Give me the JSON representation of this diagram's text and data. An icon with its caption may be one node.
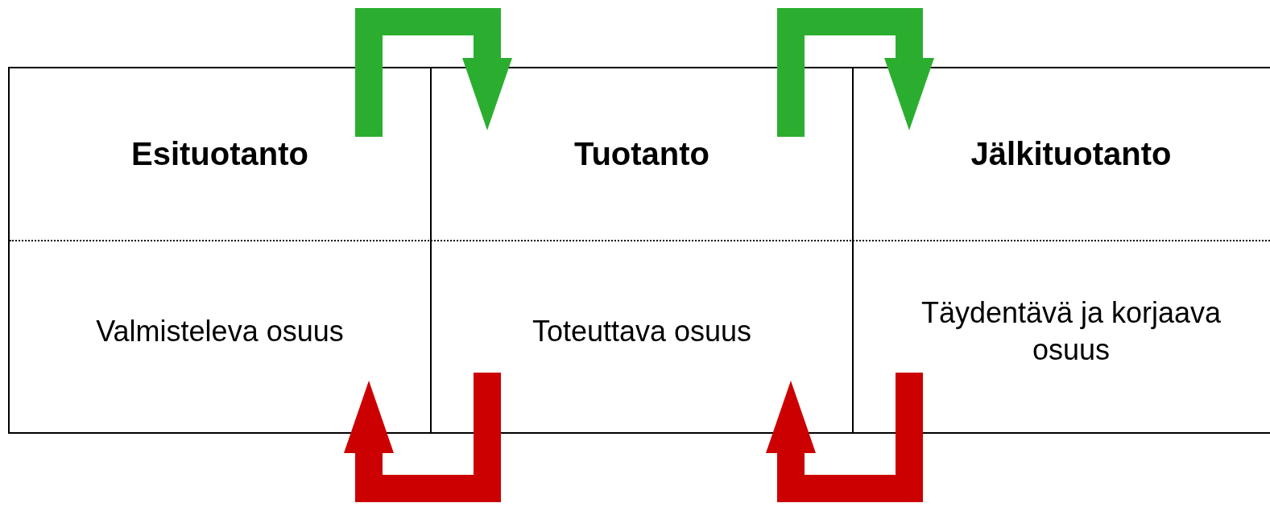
{
  "diagram": {
    "nodes": [
      {
        "text": [
          "Esituotanto",
          "Valmisteleva osuus"
        ]
      },
      {
        "text": [
          "Tuotanto",
          "Toteuttava osuus"
        ]
      },
      {
        "text": [
          "Jälkituotanto",
          "Täydentävä ja korjaava osuus"
        ]
      }
    ],
    "edges": [
      {
        "from": 0,
        "to": 1,
        "arrow": "to",
        "color": "#2bae2f"
      },
      {
        "from": 1,
        "to": 0,
        "arrow": "to",
        "color": "#cc0000"
      },
      {
        "from": 1,
        "to": 2,
        "arrow": "to",
        "color": "#2bae2f"
      },
      {
        "from": 2,
        "to": 1,
        "arrow": "to",
        "color": "#cc0000"
      }
    ]
  }
}
